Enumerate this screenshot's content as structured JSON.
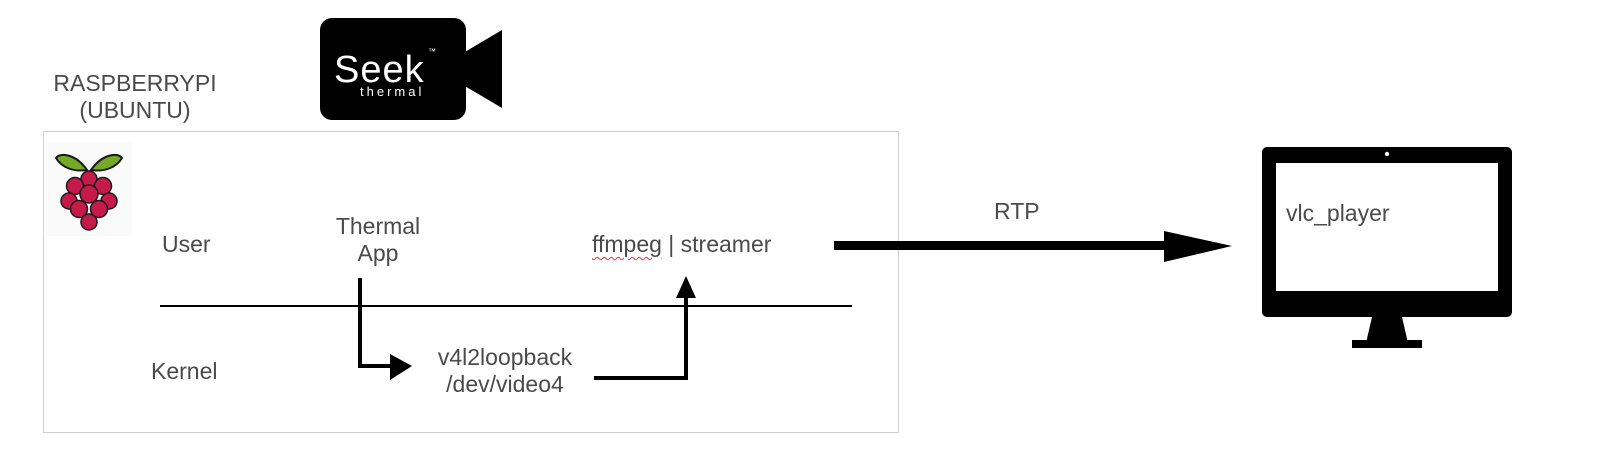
{
  "host": {
    "title_line1": "RASPBERRYPI",
    "title_line2": "(UBUNTU)"
  },
  "camera": {
    "brand": "Seek",
    "sub": "thermal",
    "trademark": "™"
  },
  "layers": {
    "user": "User",
    "kernel": "Kernel"
  },
  "nodes": {
    "thermal_app_line1": "Thermal",
    "thermal_app_line2": "App",
    "ffmpeg": "ffmpeg",
    "pipe_sep": " | ",
    "streamer": "streamer",
    "v4l2_line1": "v4l2loopback",
    "v4l2_line2": "/dev/video4"
  },
  "link": {
    "protocol": "RTP"
  },
  "client": {
    "label": "vlc_player"
  },
  "colors": {
    "box_border": "#cfcfcf",
    "text": "#4a4a4a",
    "raspberry_berry": "#c51a4a",
    "raspberry_leaf": "#75a928",
    "arrow": "#000000"
  },
  "icons": {
    "raspberry": "raspberry-pi-logo-icon",
    "camera": "video-camera-icon",
    "monitor": "monitor-icon"
  }
}
